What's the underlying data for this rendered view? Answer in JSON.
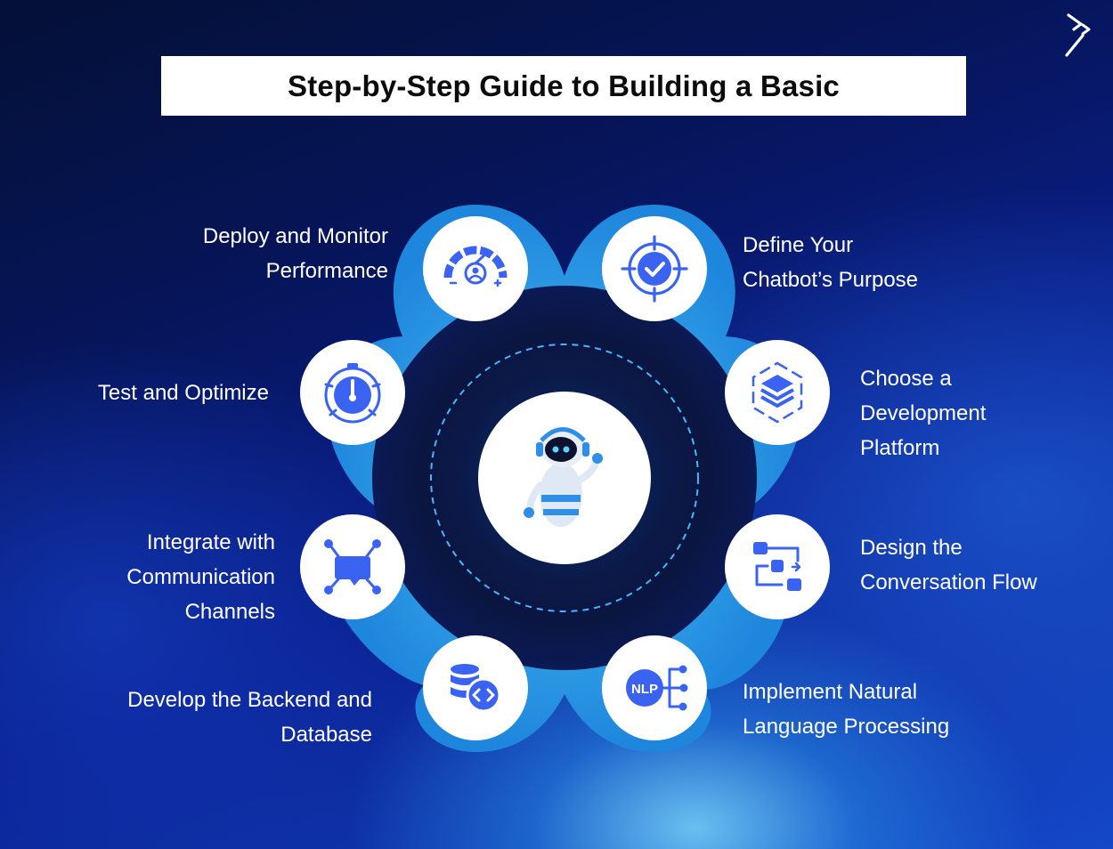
{
  "title": "Step-by-Step Guide to Building a Basic",
  "colors": {
    "ring": "#2b9ae6",
    "ring_light": "#43b6ef",
    "icon_blue": "#3b63f2",
    "title_bg": "#ffffff",
    "text": "#ffffff"
  },
  "center": {
    "icon": "robot-icon"
  },
  "steps": [
    {
      "icon": "target-check-icon",
      "lines": [
        "Define Your",
        "Chatbot’s Purpose"
      ]
    },
    {
      "icon": "layers-icon",
      "lines": [
        "Choose a",
        "Development",
        "Platform"
      ]
    },
    {
      "icon": "flow-icon",
      "lines": [
        "Design the",
        "Conversation Flow"
      ]
    },
    {
      "icon": "nlp-icon",
      "icon_text": "NLP",
      "lines": [
        "Implement Natural",
        "Language Processing"
      ]
    },
    {
      "icon": "database-code-icon",
      "lines": [
        "Develop the Backend and",
        "Database"
      ]
    },
    {
      "icon": "chat-network-icon",
      "lines": [
        "Integrate with",
        "Communication",
        "Channels"
      ]
    },
    {
      "icon": "stopwatch-icon",
      "lines": [
        "Test and Optimize"
      ]
    },
    {
      "icon": "gauge-user-icon",
      "lines": [
        "Deploy and Monitor",
        "Performance"
      ]
    }
  ]
}
